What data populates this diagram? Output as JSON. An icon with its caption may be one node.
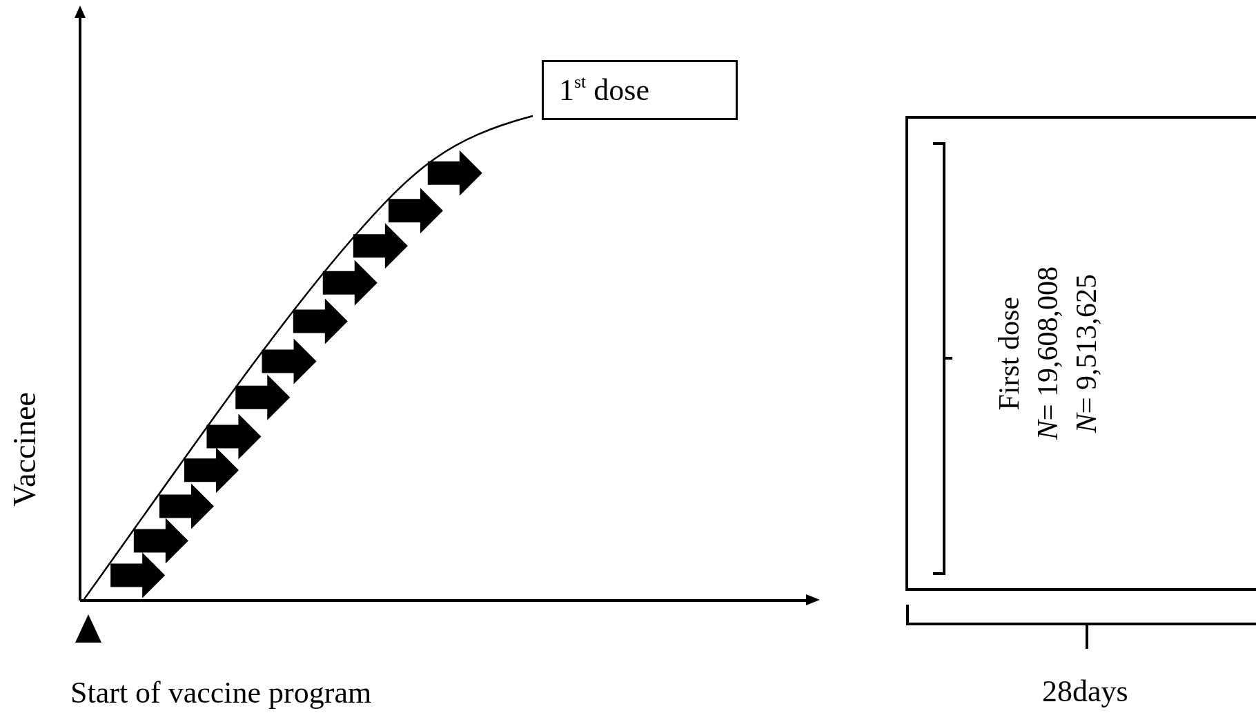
{
  "diagram": {
    "nodes": [
      {
        "text": [
          "1$^{st}$ dose"
        ]
      },
      {
        "text": [
          "First dose",
          "*N*= 19,608,008",
          "*N*= 9,513,625"
        ]
      }
    ],
    "labels": [
      "Vaccinee",
      "Start of vaccine program",
      "28days"
    ]
  }
}
